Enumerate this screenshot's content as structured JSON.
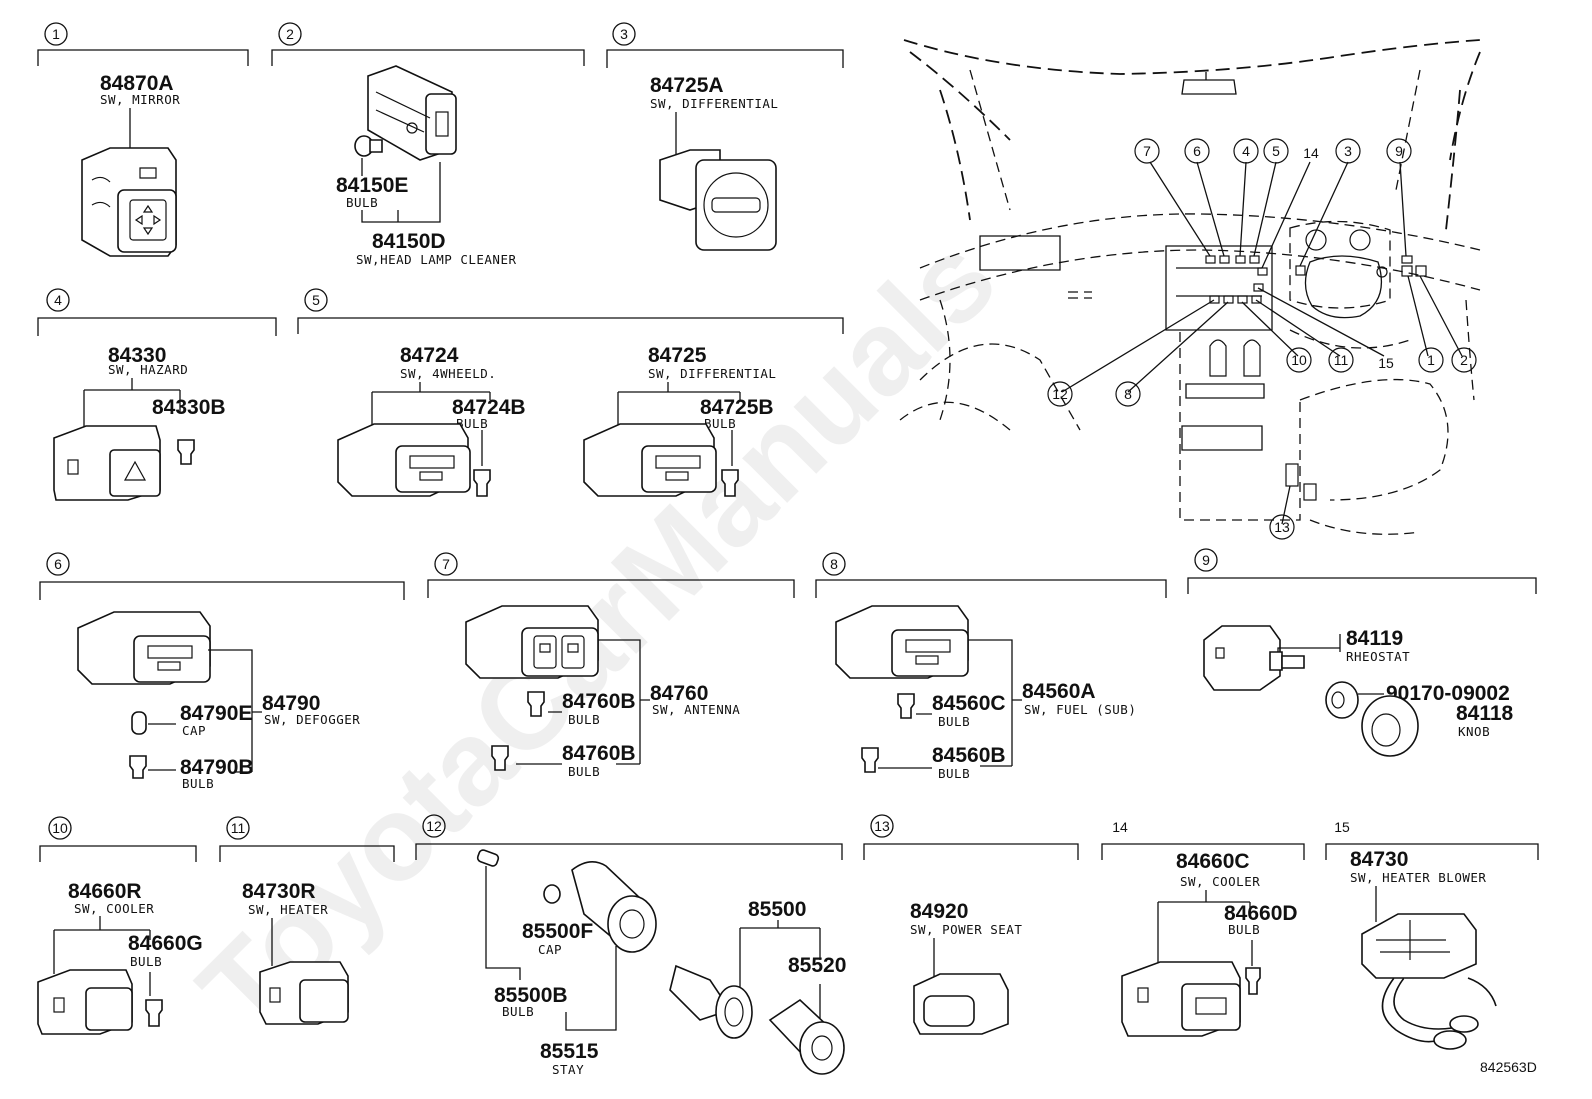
{
  "figure_id": "842563D",
  "watermark": "ToyotaCarManuals",
  "sections": [
    {
      "num": "1",
      "parts": [
        {
          "pn": "84870A",
          "desc": "SW, MIRROR"
        }
      ]
    },
    {
      "num": "2",
      "parts": [
        {
          "pn": "84150E",
          "desc": "BULB"
        },
        {
          "pn": "84150D",
          "desc": "SW,HEAD LAMP CLEANER"
        }
      ]
    },
    {
      "num": "3",
      "parts": [
        {
          "pn": "84725A",
          "desc": "SW, DIFFERENTIAL"
        }
      ]
    },
    {
      "num": "4",
      "parts": [
        {
          "pn": "84330",
          "desc": "SW, HAZARD"
        },
        {
          "pn": "84330B",
          "desc": ""
        }
      ]
    },
    {
      "num": "5",
      "parts": [
        {
          "pn": "84724",
          "desc": "SW, 4WHEELD."
        },
        {
          "pn": "84724B",
          "desc": "BULB"
        },
        {
          "pn": "84725",
          "desc": "SW, DIFFERENTIAL"
        },
        {
          "pn": "84725B",
          "desc": "BULB"
        }
      ]
    },
    {
      "num": "6",
      "parts": [
        {
          "pn": "84790E",
          "desc": "CAP"
        },
        {
          "pn": "84790",
          "desc": "SW, DEFOGGER"
        },
        {
          "pn": "84790B",
          "desc": "BULB"
        }
      ]
    },
    {
      "num": "7",
      "parts": [
        {
          "pn": "84760B",
          "desc": "BULB"
        },
        {
          "pn": "84760",
          "desc": "SW, ANTENNA"
        },
        {
          "pn": "84760B",
          "desc": "BULB"
        }
      ]
    },
    {
      "num": "8",
      "parts": [
        {
          "pn": "84560C",
          "desc": "BULB"
        },
        {
          "pn": "84560A",
          "desc": "SW, FUEL (SUB)"
        },
        {
          "pn": "84560B",
          "desc": "BULB"
        }
      ]
    },
    {
      "num": "9",
      "parts": [
        {
          "pn": "84119",
          "desc": "RHEOSTAT"
        },
        {
          "pn": "90170-09002",
          "desc": ""
        },
        {
          "pn": "84118",
          "desc": "KNOB"
        }
      ]
    },
    {
      "num": "10",
      "parts": [
        {
          "pn": "84660R",
          "desc": "SW, COOLER"
        },
        {
          "pn": "84660G",
          "desc": "BULB"
        }
      ]
    },
    {
      "num": "11",
      "parts": [
        {
          "pn": "84730R",
          "desc": "SW, HEATER"
        }
      ]
    },
    {
      "num": "12",
      "parts": [
        {
          "pn": "85500F",
          "desc": "CAP"
        },
        {
          "pn": "85500B",
          "desc": "BULB"
        },
        {
          "pn": "85515",
          "desc": "STAY"
        },
        {
          "pn": "85500",
          "desc": ""
        },
        {
          "pn": "85520",
          "desc": ""
        }
      ]
    },
    {
      "num": "13",
      "parts": [
        {
          "pn": "84920",
          "desc": "SW, POWER SEAT"
        }
      ]
    },
    {
      "num": "14",
      "parts": [
        {
          "pn": "84660C",
          "desc": "SW, COOLER"
        },
        {
          "pn": "84660D",
          "desc": "BULB"
        }
      ]
    },
    {
      "num": "15",
      "parts": [
        {
          "pn": "84730",
          "desc": "SW, HEATER BLOWER"
        }
      ]
    }
  ],
  "overview_callouts": [
    "7",
    "6",
    "4",
    "5",
    "14",
    "3",
    "9",
    "1",
    "2",
    "15",
    "11",
    "10",
    "8",
    "12",
    "13"
  ]
}
